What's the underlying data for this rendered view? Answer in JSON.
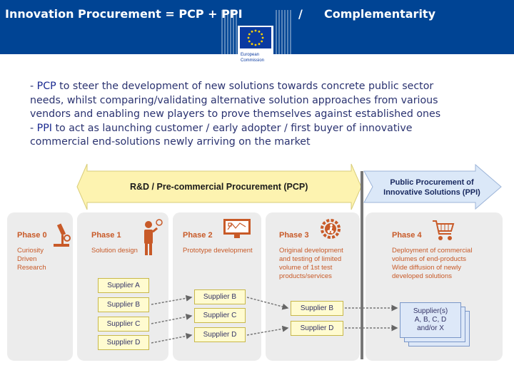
{
  "header": {
    "title_left": "Innovation Procurement = PCP + PPI",
    "separator": "/",
    "title_right": "Complementarity",
    "logo_line1": "European",
    "logo_line2": "Commission"
  },
  "body": {
    "pcp_prefix": "- ",
    "pcp_keyword": "PCP",
    "pcp_line1": " to steer the development of new solutions towards concrete public sector",
    "pcp_line2": "needs, whilst comparing/validating alternative solution approaches from various",
    "pcp_line3": "vendors and enabling new players to prove themselves against established ones",
    "ppi_prefix": "- ",
    "ppi_keyword": "PPI",
    "ppi_line1": " to act as launching customer / early adopter / first buyer of innovative",
    "ppi_line2": "commercial end-solutions newly arriving on the market"
  },
  "diagram": {
    "pcp_banner": "R&D / Pre-commercial Procurement (PCP)",
    "ppi_banner_line1": "Public Procurement of",
    "ppi_banner_line2": "Innovative Solutions (PPI)",
    "phases": [
      {
        "title": "Phase 0",
        "desc": [
          "Curiosity",
          "Driven",
          "Research"
        ],
        "icon": "microscope-icon"
      },
      {
        "title": "Phase 1",
        "desc": [
          "Solution design"
        ],
        "icon": "thinking-person-icon"
      },
      {
        "title": "Phase 2",
        "desc": [
          "Prototype development"
        ],
        "icon": "prototype-screen-icon"
      },
      {
        "title": "Phase 3",
        "desc": [
          "Original development",
          "and testing of limited",
          "volume of 1st test",
          "products/services"
        ],
        "icon": "gear-person-icon"
      },
      {
        "title": "Phase 4",
        "desc": [
          "Deployment of commercial",
          "volumes of end-products",
          "Wide diffusion of newly",
          "developed solutions"
        ],
        "icon": "shopping-cart-icon"
      }
    ],
    "phase1_suppliers": [
      "Supplier A",
      "Supplier B",
      "Supplier C",
      "Supplier D"
    ],
    "phase2_suppliers": [
      "Supplier B",
      "Supplier C",
      "Supplier D"
    ],
    "phase3_suppliers": [
      "Supplier B",
      "Supplier D"
    ],
    "phase4_suppliers": [
      "Supplier(s)",
      "A, B, C, D",
      "and/or X"
    ],
    "colors": {
      "header": "#004494",
      "pcp_banner": "#fdf3b0",
      "ppi_banner": "#dbe8f8",
      "phase_text": "#c85a28",
      "supplier_box": "#fffbd0"
    }
  }
}
